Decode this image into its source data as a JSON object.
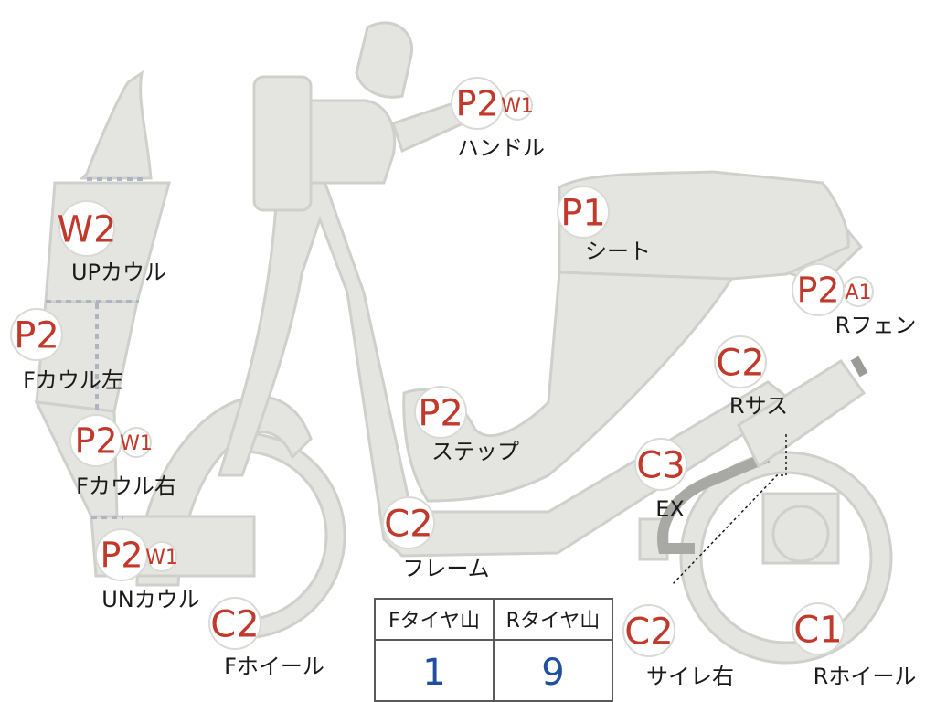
{
  "colors": {
    "part_fill": "#e4e4e0",
    "badge_text": "#c0392b",
    "value_text": "#1f4fa0"
  },
  "parts": [
    {
      "id": "handle",
      "badge": "P2",
      "sub": "W1",
      "label": "ハンドル"
    },
    {
      "id": "seat",
      "badge": "P1",
      "sub": "",
      "label": "シート"
    },
    {
      "id": "up-cowl",
      "badge": "W2",
      "sub": "",
      "label": "UPカウル"
    },
    {
      "id": "f-cowl-left",
      "badge": "P2",
      "sub": "",
      "label": "Fカウル左"
    },
    {
      "id": "f-cowl-right",
      "badge": "P2",
      "sub": "W1",
      "label": "Fカウル右"
    },
    {
      "id": "un-cowl",
      "badge": "P2",
      "sub": "W1",
      "label": "UNカウル"
    },
    {
      "id": "f-wheel",
      "badge": "C2",
      "sub": "",
      "label": "Fホイール"
    },
    {
      "id": "step",
      "badge": "P2",
      "sub": "",
      "label": "ステップ"
    },
    {
      "id": "frame",
      "badge": "C2",
      "sub": "",
      "label": "フレーム"
    },
    {
      "id": "r-fender",
      "badge": "P2",
      "sub": "A1",
      "label": "Rフェン"
    },
    {
      "id": "r-sus",
      "badge": "C2",
      "sub": "",
      "label": "Rサス"
    },
    {
      "id": "ex",
      "badge": "C3",
      "sub": "",
      "label": "EX"
    },
    {
      "id": "silencer-right",
      "badge": "C2",
      "sub": "",
      "label": "サイレ右"
    },
    {
      "id": "r-wheel",
      "badge": "C1",
      "sub": "",
      "label": "Rホイール"
    }
  ],
  "tire_table": {
    "headers": [
      "Fタイヤ山",
      "Rタイヤ山"
    ],
    "values": [
      "1",
      "9"
    ]
  }
}
